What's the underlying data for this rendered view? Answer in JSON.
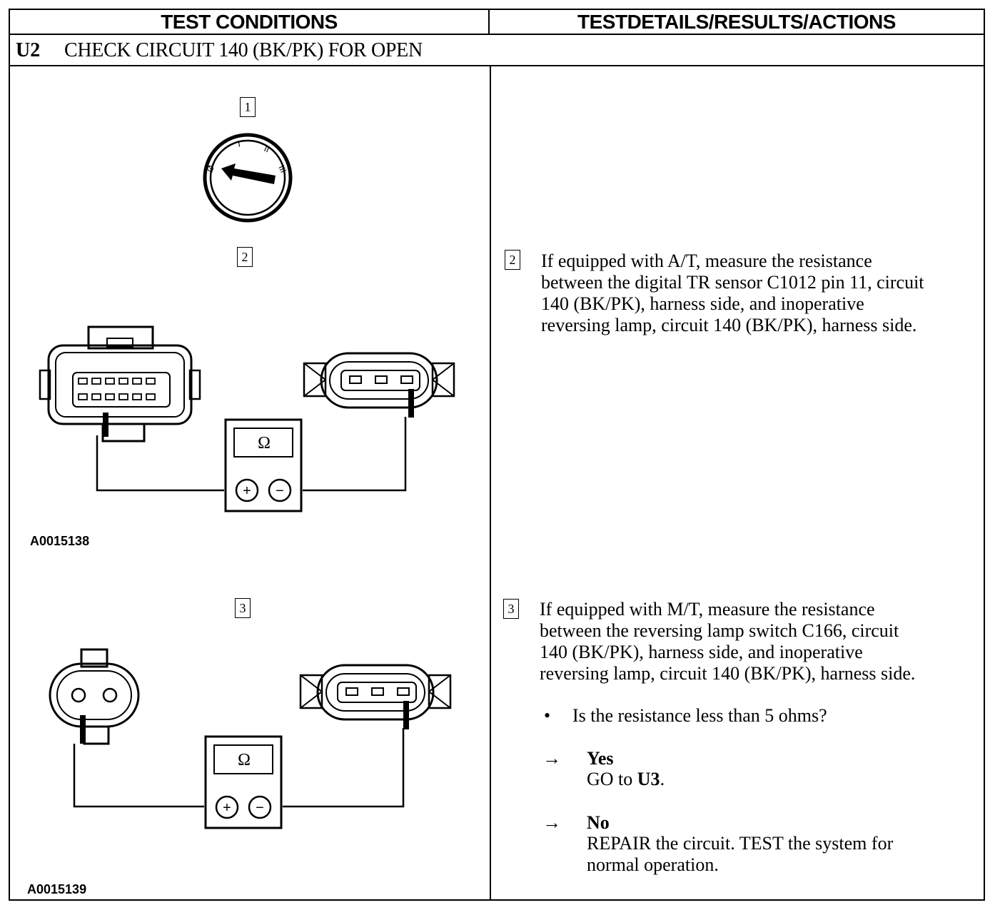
{
  "header": {
    "left": "TEST CONDITIONS",
    "right": "TESTDETAILS/RESULTS/ACTIONS"
  },
  "step": {
    "id": "U2",
    "title": "CHECK CIRCUIT 140 (BK/PK) FOR OPEN"
  },
  "left": {
    "box1": "1",
    "box2": "2",
    "box3": "3",
    "ignition_marks": [
      "Ø",
      "I",
      "II",
      "III"
    ],
    "meter_symbol": "Ω",
    "meter_plus": "+",
    "meter_minus": "−",
    "fig1_id": "A0015138",
    "fig2_id": "A0015139"
  },
  "right": {
    "step2": {
      "num": "2",
      "lines": [
        "If equipped with A/T, measure the resistance",
        "between the digital TR sensor C1012 pin 11, circuit",
        "140 (BK/PK), harness side, and inoperative",
        "reversing lamp, circuit 140 (BK/PK), harness side."
      ]
    },
    "step3": {
      "num": "3",
      "lines": [
        "If equipped with M/T, measure the resistance",
        "between the reversing lamp switch C166, circuit",
        "140 (BK/PK), harness side, and inoperative",
        "reversing lamp, circuit 140 (BK/PK), harness side."
      ]
    },
    "question": {
      "bullet": "•",
      "text": "Is the resistance less than 5 ohms?"
    },
    "yes": {
      "arrow": "→",
      "label": "Yes",
      "text_prefix": "GO to ",
      "text_bold": "U3",
      "text_suffix": "."
    },
    "no": {
      "arrow": "→",
      "label": "No",
      "line1_bold": "REPAIR",
      "line1_rest": " the circuit. ",
      "line1_bold2": "TEST",
      "line1_rest2": " the system for",
      "line2": "normal operation."
    }
  }
}
